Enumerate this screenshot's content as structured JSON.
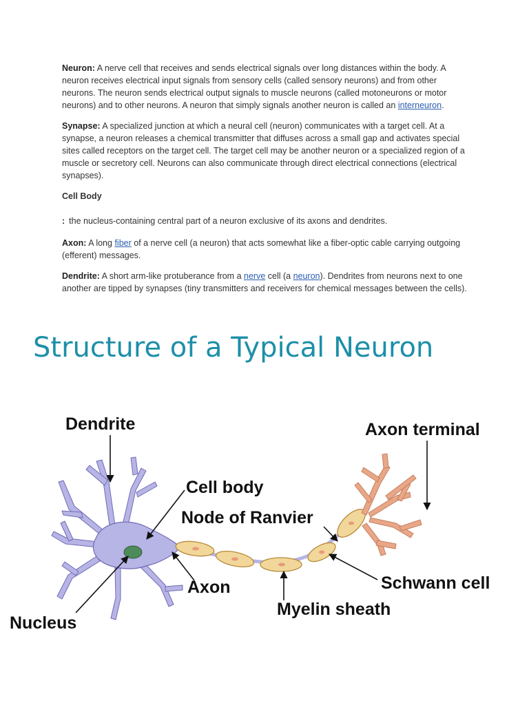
{
  "definitions": {
    "neuron": {
      "term": "Neuron:",
      "text_before": " A nerve cell that receives and sends electrical signals over long distances within the body. A neuron receives electrical input signals from sensory cells (called sensory neurons) and from other neurons. The neuron sends electrical output signals to muscle neurons (called motoneurons or motor neurons) and to other neurons. A neuron that simply signals another neuron is called an ",
      "link": "interneuron",
      "text_after": "."
    },
    "synapse": {
      "term": "Synapse:",
      "text": " A specialized junction at which a neural cell (neuron) communicates with a target cell. At a synapse, a neuron releases a chemical transmitter that diffuses across a small gap and activates special sites called receptors on the target cell. The target cell may be another neuron or a specialized region of a muscle or secretory cell. Neurons can also communicate through direct electrical connections (electrical synapses)."
    },
    "cell_body": {
      "title": "Cell Body",
      "colon": ":",
      "text": "the nucleus-containing central part of a neuron exclusive of its axons and dendrites."
    },
    "axon": {
      "term": "Axon:",
      "text_before": " A long ",
      "link": "fiber",
      "text_after": " of a nerve cell (a neuron) that acts somewhat like a fiber-optic cable carrying outgoing (efferent) messages."
    },
    "dendrite": {
      "term": "Dendrite:",
      "text_before": " A short arm-like protuberance from a ",
      "link1": "nerve",
      "text_mid1": " cell (a ",
      "link2": "neuron",
      "text_after": "). Dendrites from neurons next to one another are tipped by synapses (tiny transmitters and receivers for chemical messages between the cells)."
    }
  },
  "diagram": {
    "title": "Structure of a Typical Neuron",
    "labels": {
      "dendrite": "Dendrite",
      "axon_terminal": "Axon terminal",
      "cell_body": "Cell body",
      "node_of_ranvier": "Node of Ranvier",
      "axon": "Axon",
      "schwann_cell": "Schwann cell",
      "nucleus": "Nucleus",
      "myelin_sheath": "Myelin sheath"
    },
    "colors": {
      "title": "#1d8fa8",
      "cell_body": "#b7b4e6",
      "cell_outline": "#6f6bb5",
      "nucleus": "#4f8a5b",
      "myelin": "#f2d79a",
      "myelin_outline": "#b58a3a",
      "terminal": "#e8a888"
    }
  }
}
